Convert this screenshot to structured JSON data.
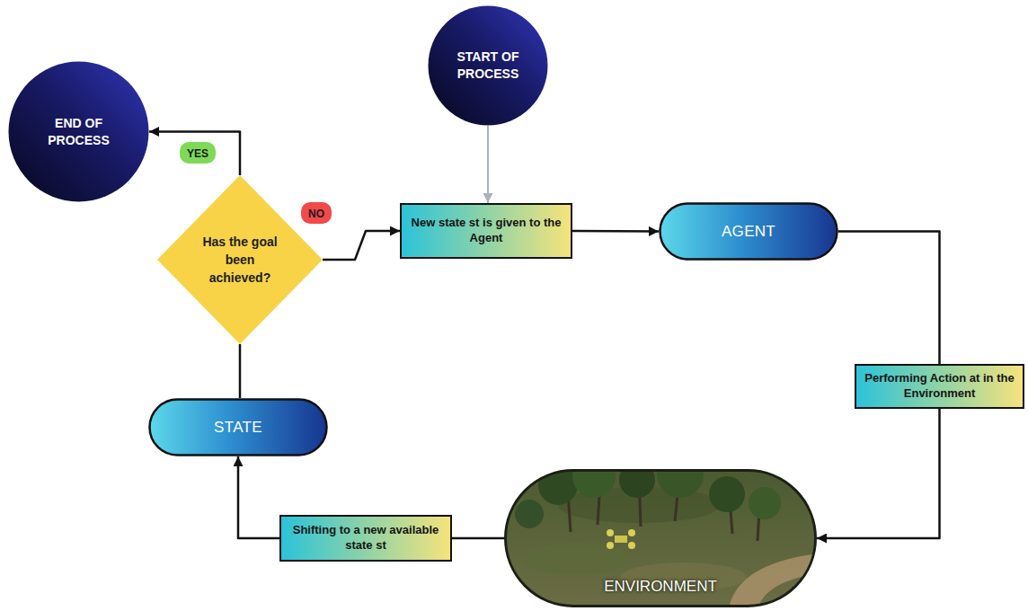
{
  "diagram": {
    "nodes": [
      {
        "text": [
          "START OF PROCESS"
        ]
      },
      {
        "text": [
          "New state st is given to the Agent"
        ]
      },
      {
        "text": [
          "AGENT"
        ]
      },
      {
        "text": [
          "Performing Action at in the Environment"
        ]
      },
      {
        "text": [
          "ENVIRONMENT"
        ]
      },
      {
        "text": [
          "Shifting to a new available state st"
        ]
      },
      {
        "text": [
          "STATE"
        ]
      },
      {
        "text": [
          "Has the goal been achieved?"
        ]
      },
      {
        "text": [
          "END OF PROCESS"
        ]
      }
    ],
    "edges": [
      {
        "from": 0,
        "to": 1,
        "arrow": "to"
      },
      {
        "from": 1,
        "to": 2,
        "arrow": "to"
      },
      {
        "from": 2,
        "to": 3,
        "arrow": "none"
      },
      {
        "from": 3,
        "to": 4,
        "arrow": "to"
      },
      {
        "from": 4,
        "to": 5,
        "arrow": "none"
      },
      {
        "from": 5,
        "to": 6,
        "arrow": "to"
      },
      {
        "from": 6,
        "to": 7,
        "arrow": "none"
      },
      {
        "from": 7,
        "to": 8,
        "label": "YES",
        "arrow": "to"
      },
      {
        "from": 7,
        "to": 1,
        "label": "NO",
        "arrow": "to"
      }
    ]
  }
}
